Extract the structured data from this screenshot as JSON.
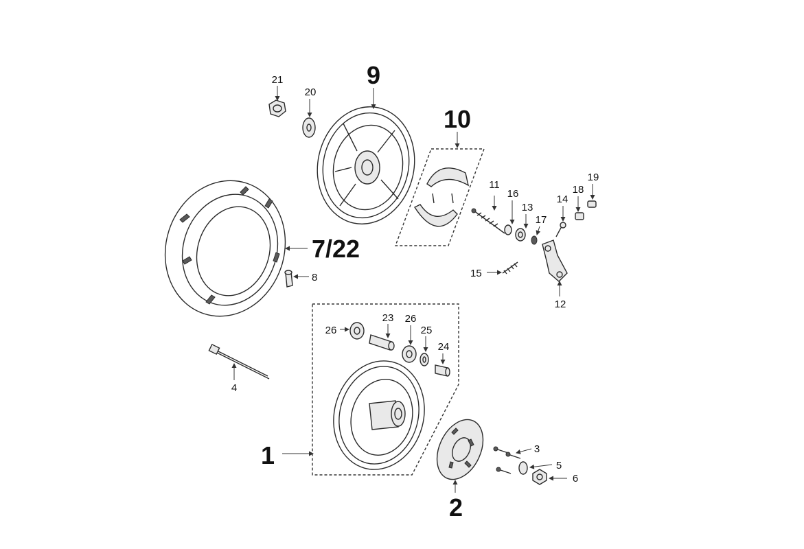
{
  "labels": {
    "p1": "1",
    "p2": "2",
    "p3": "3",
    "p4": "4",
    "p5": "5",
    "p6": "6",
    "p7_22": "7/22",
    "p8": "8",
    "p9": "9",
    "p10": "10",
    "p11": "11",
    "p12": "12",
    "p13": "13",
    "p14": "14",
    "p15": "15",
    "p16": "16",
    "p17": "17",
    "p18": "18",
    "p19": "19",
    "p20": "20",
    "p21": "21",
    "p23": "23",
    "p24": "24",
    "p25": "25",
    "p26a": "26",
    "p26b": "26"
  }
}
